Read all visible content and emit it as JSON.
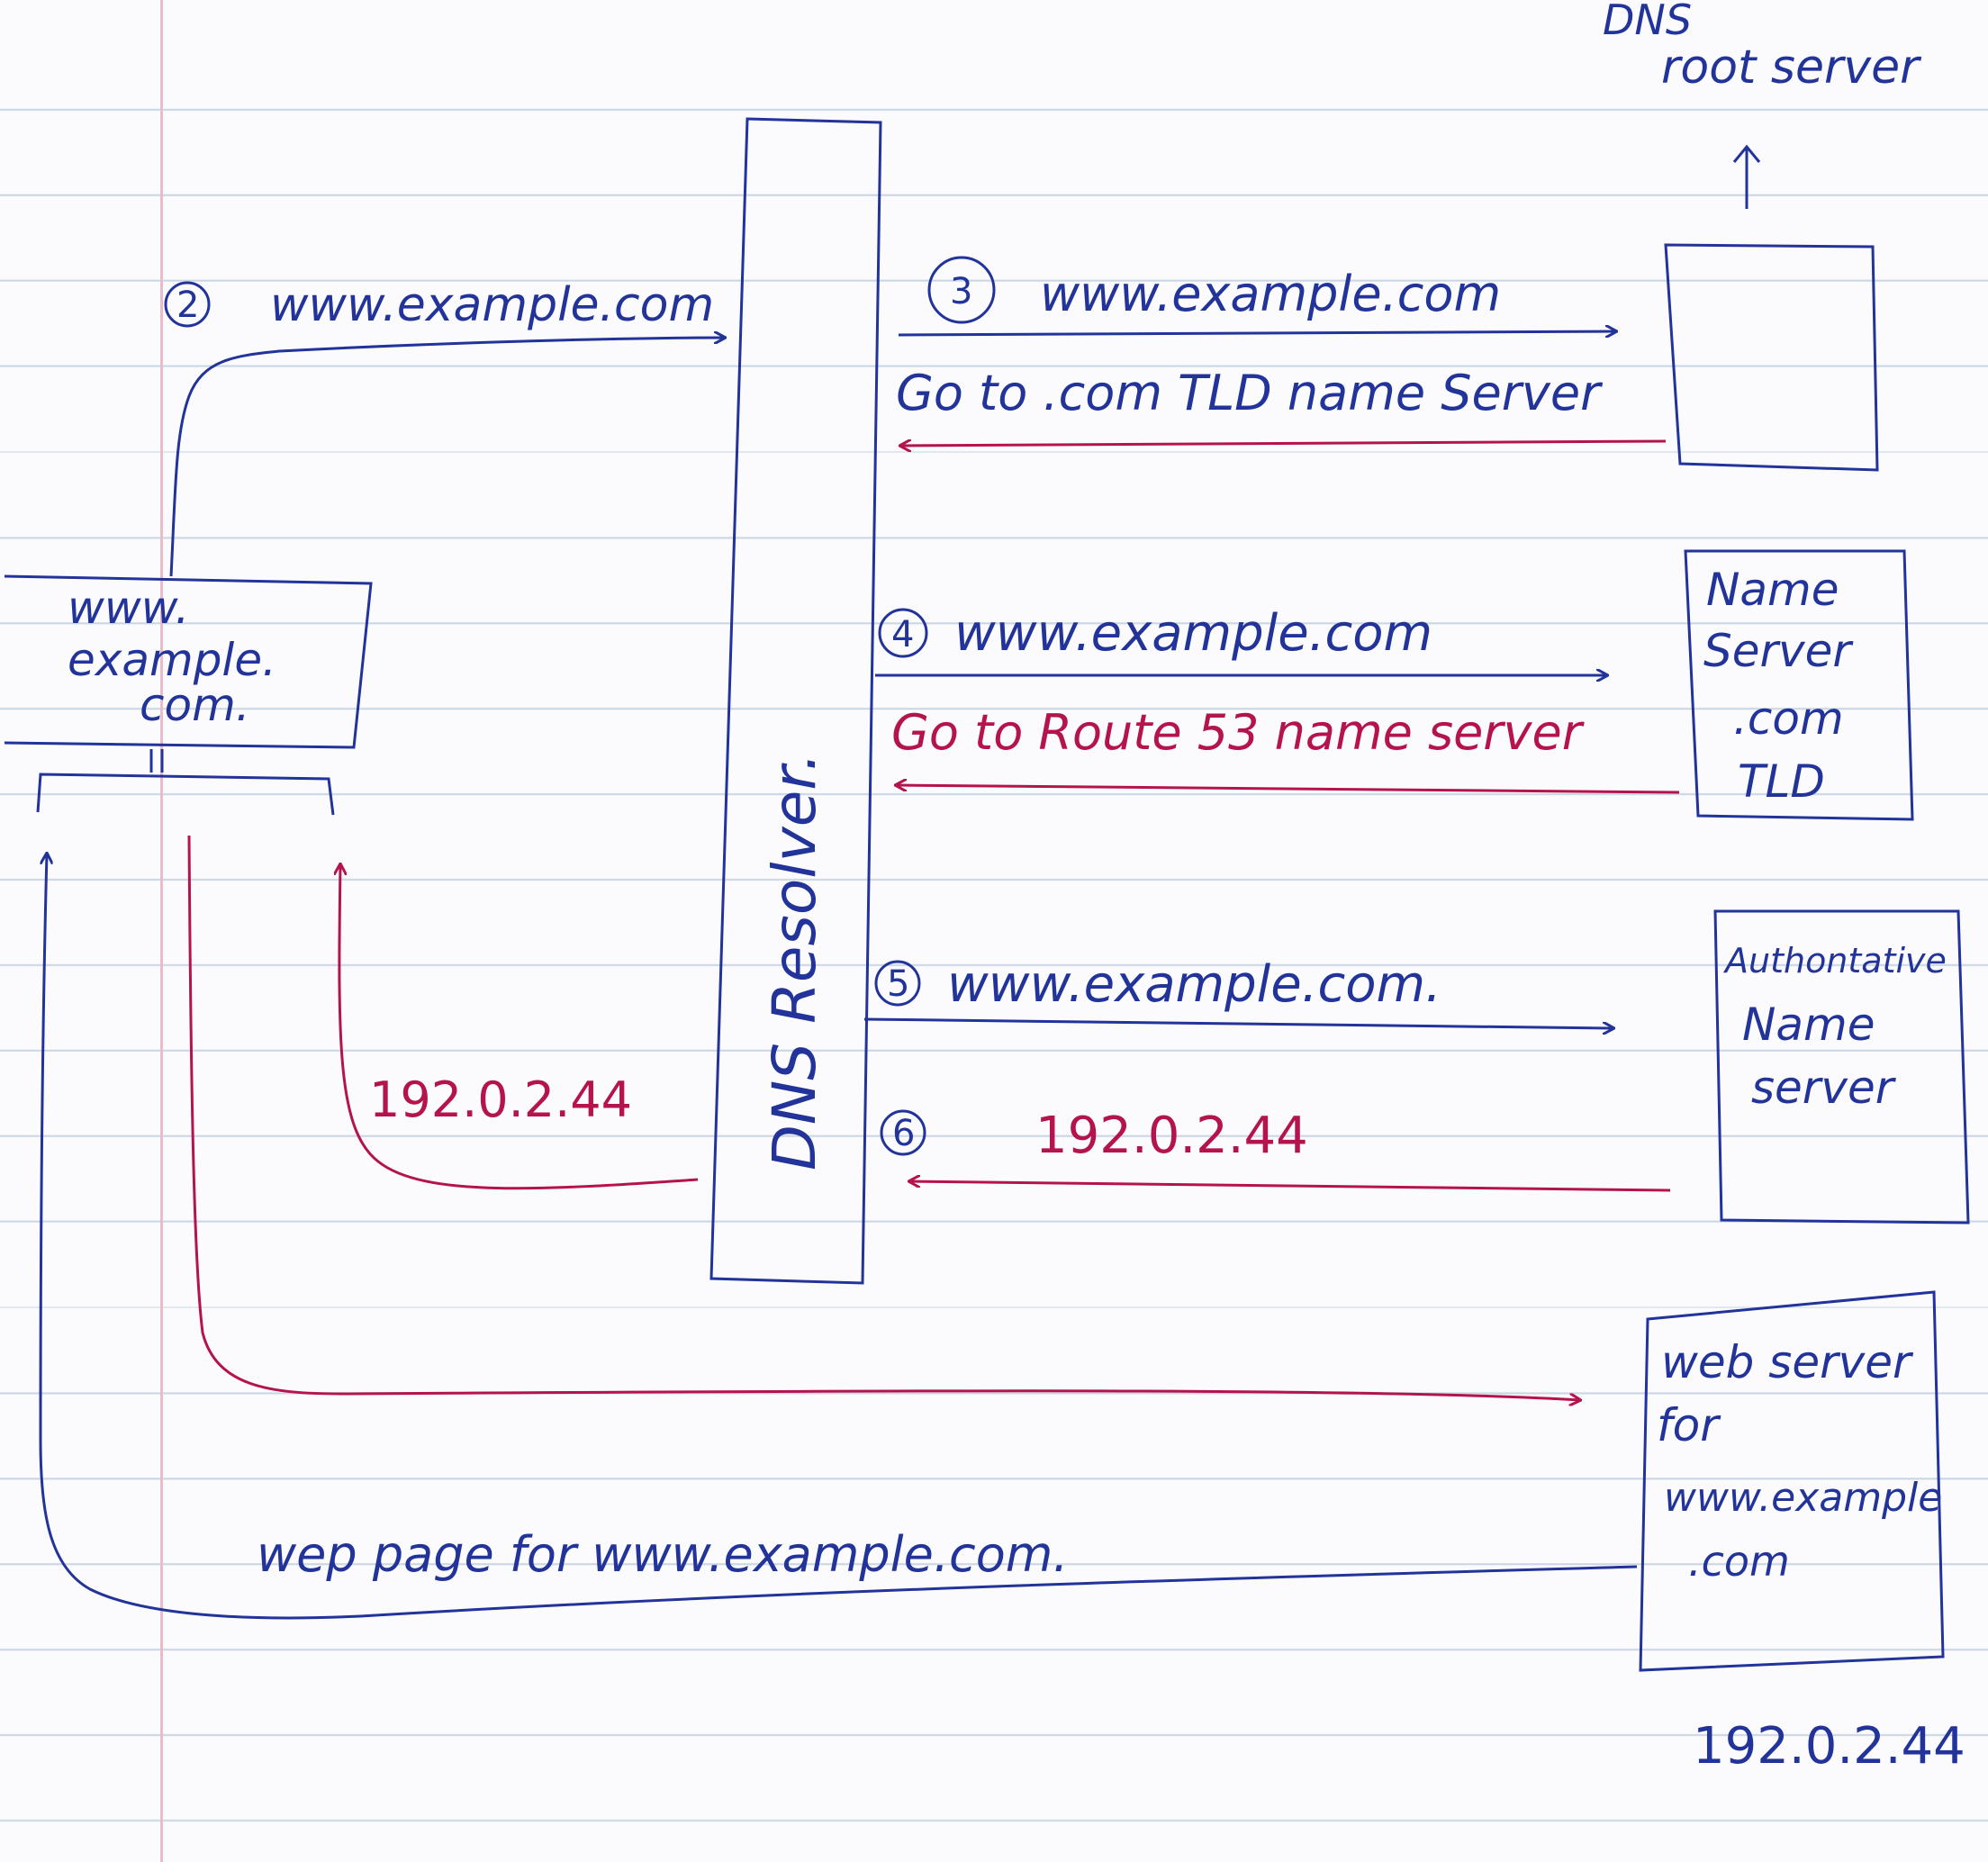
{
  "colors": {
    "ink_blue": "#223399",
    "ink_red": "#b5134e",
    "paper": "#fbfbfd",
    "ruled_line": "#c9d6e4"
  },
  "root_server": {
    "label_line1": "DNS",
    "label_line2": "root server"
  },
  "tld_server": {
    "line1": "Name",
    "line2": "Server",
    "line3": ".com",
    "line4": "TLD"
  },
  "auth_server": {
    "line1": "Authontative",
    "line2": "Name",
    "line3": "server"
  },
  "web_server": {
    "line1": "web server",
    "line2": "for",
    "line3": "www.example",
    "line4": ".com",
    "ip": "192.0.2.44"
  },
  "browser": {
    "line1": "www.",
    "line2": "example.",
    "line3": "com."
  },
  "resolver": {
    "label": "DNS Resolver."
  },
  "steps": {
    "s2": {
      "num": "2",
      "text": "www.example.com"
    },
    "s3": {
      "num": "3",
      "text": "www.example.com",
      "reply": "Go to .com TLD name Server"
    },
    "s4": {
      "num": "4",
      "text": "www.example.com",
      "reply": "Go to Route 53 name server"
    },
    "s5": {
      "num": "5",
      "text": "www.example.com."
    },
    "s6": {
      "num": "6",
      "reply": "192.0.2.44"
    }
  },
  "resolver_to_browser_ip": "192.0.2.44",
  "web_page_label": "wep page for www.example.com."
}
